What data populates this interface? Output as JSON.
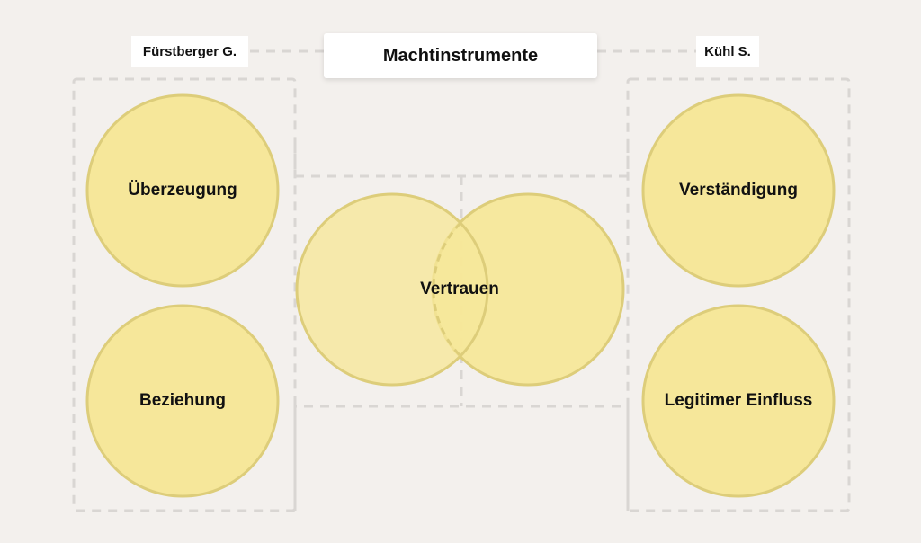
{
  "title": "Machtinstrumente",
  "authors": {
    "left": "Fürstberger G.",
    "right": "Kühl S."
  },
  "left_group": {
    "items": [
      "Überzeugung",
      "Beziehung"
    ]
  },
  "right_group": {
    "items": [
      "Verständigung",
      "Legitimer Einfluss"
    ]
  },
  "center": {
    "label": "Vertrauen"
  },
  "colors": {
    "background": "#f3f0ed",
    "circle_fill": "#f6e79a",
    "circle_stroke": "#ddcd7a",
    "dashed_line": "#d9d6d3",
    "box": "#ffffff",
    "text": "#111111"
  }
}
